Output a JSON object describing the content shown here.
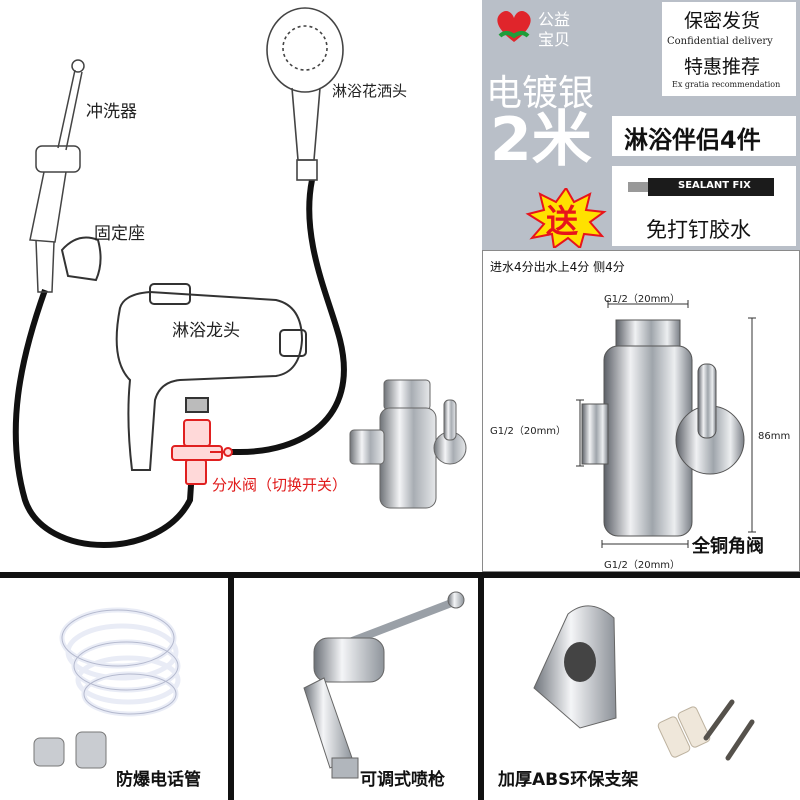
{
  "diagram": {
    "bidet_label": "冲洗器",
    "holder_label": "固定座",
    "shower_head_label": "淋浴花洒头",
    "faucet_label": "淋浴龙头",
    "diverter_label": "分水阀（切换开关）"
  },
  "promo": {
    "charity_line1": "公益",
    "charity_line2": "宝贝",
    "confidential_cn": "保密发货",
    "confidential_en": "Confidential delivery",
    "special_cn": "特惠推荐",
    "special_en": "Ex gratia recommendation",
    "finish": "电镀银",
    "length": "2米",
    "set_title": "淋浴伴侣4件",
    "gift_badge": "送",
    "glue_tube_label": "SEALANT FIX",
    "glue_desc": "免打钉胶水"
  },
  "valve_panel": {
    "spec": "进水4分出水上4分 侧4分",
    "top_dim": "G1/2（20mm）",
    "side_dim": "G1/2（20mm）",
    "height_dim": "86mm",
    "bottom_dim": "G1/2（20mm）",
    "caption": "全铜角阀"
  },
  "bottom_panels": {
    "hose_caption": "防爆电话管",
    "sprayer_caption": "可调式喷枪",
    "bracket_caption": "加厚ABS环保支架"
  },
  "colors": {
    "promo_bg": "#b9bfc8",
    "gift_yellow": "#ffe100",
    "gift_red": "#e8141b",
    "heart_red": "#e0252b",
    "chrome": "#c9ccd1"
  }
}
